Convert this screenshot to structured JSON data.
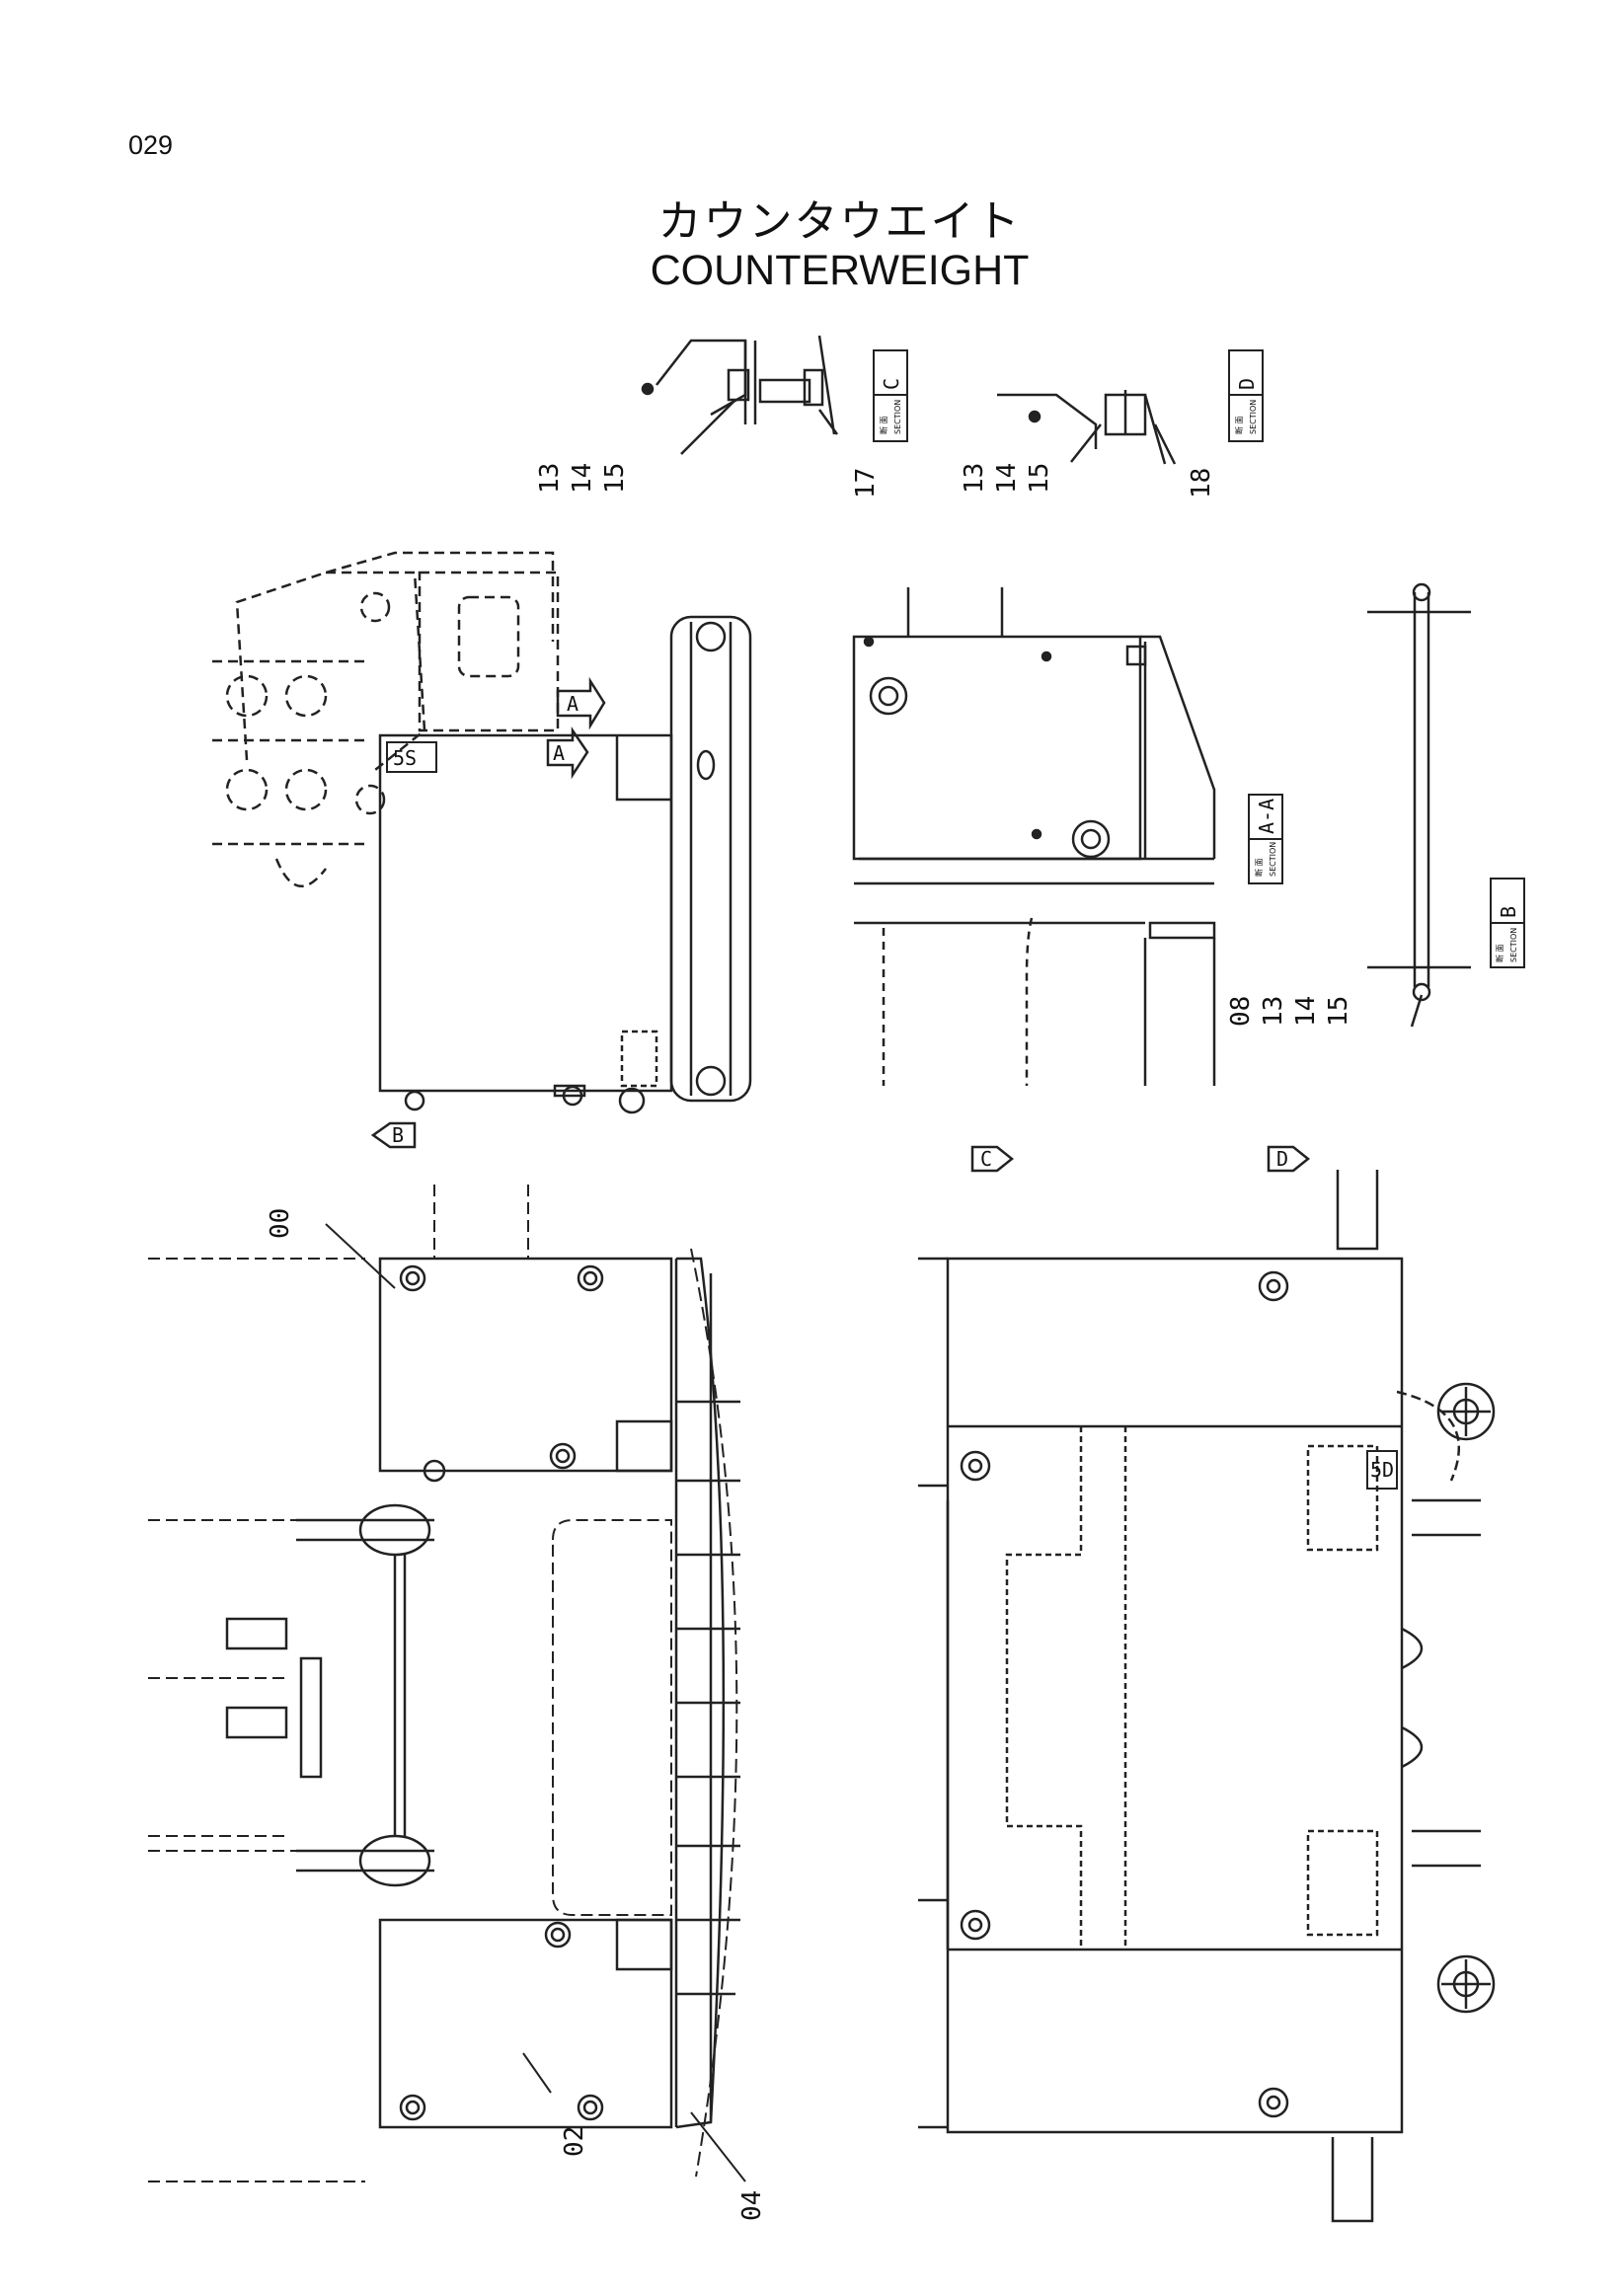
{
  "page": {
    "number": "029"
  },
  "title": {
    "japanese": "カウンタウエイト",
    "english": "COUNTERWEIGHT"
  },
  "sections": {
    "c": {
      "tag": "断 面",
      "caption": "SECTION",
      "letter": "C"
    },
    "d": {
      "tag": "断 面",
      "caption": "SECTION",
      "letter": "D"
    },
    "aa": {
      "tag": "断 面",
      "caption": "SECTION",
      "letter": "A-A"
    },
    "b": {
      "tag": "断 面",
      "caption": "SECTION",
      "letter": "B"
    }
  },
  "view_markers": {
    "a1": "A",
    "a2": "A",
    "b": "B",
    "c": "C",
    "d": "D"
  },
  "stamps": {
    "weight_top": "5S",
    "weight_bottom": "5D"
  },
  "callouts": {
    "c_group": [
      "13",
      "14",
      "15"
    ],
    "c_single": "17",
    "d_group": [
      "13",
      "14",
      "15"
    ],
    "d_single": "18",
    "b_group": [
      "08",
      "13",
      "14",
      "15"
    ],
    "part_00": "00",
    "part_02": "02",
    "part_04": "04"
  }
}
